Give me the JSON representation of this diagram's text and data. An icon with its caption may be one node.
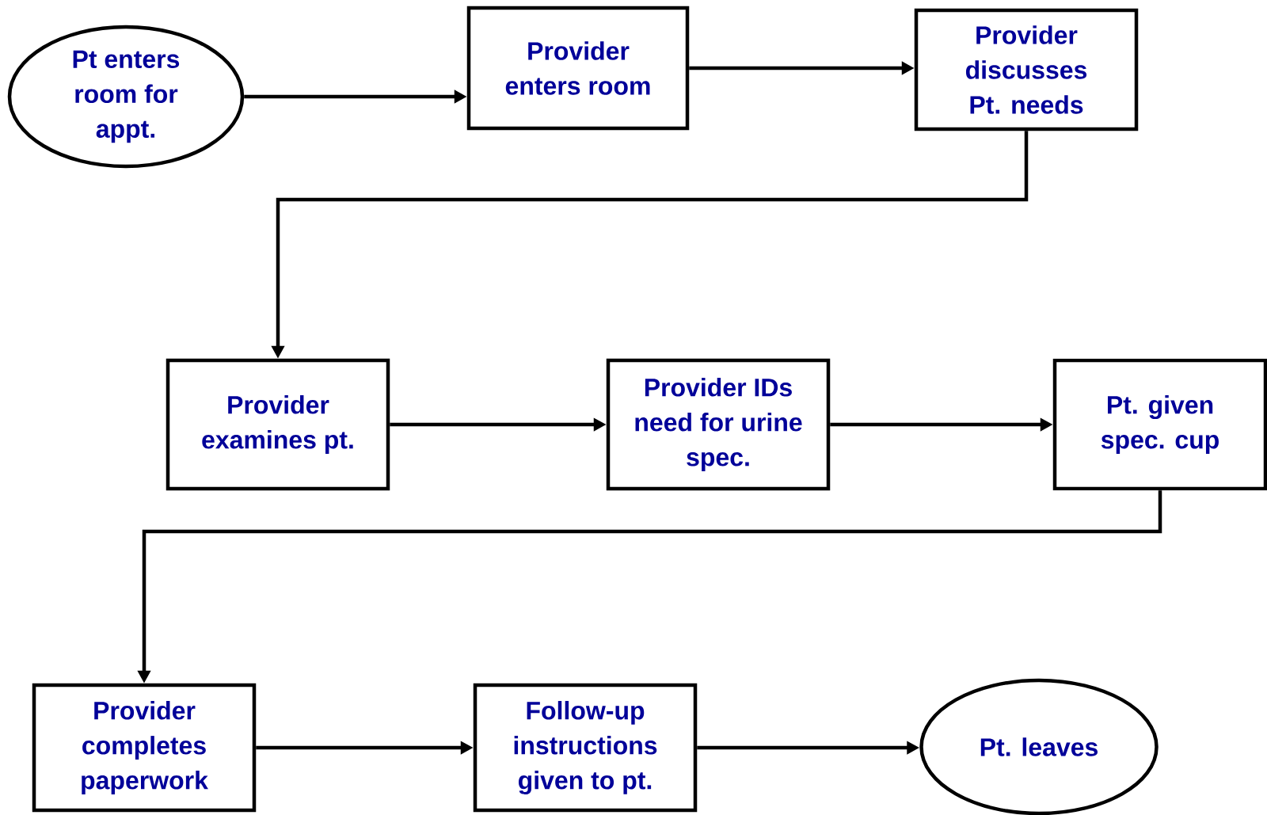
{
  "diagram": {
    "nodes": [
      {
        "text": [
          "Pt enters room for appt."
        ]
      },
      {
        "text": [
          "Provider enters room"
        ]
      },
      {
        "text": [
          "Provider discusses Pt. needs"
        ]
      },
      {
        "text": [
          "Provider examines pt."
        ]
      },
      {
        "text": [
          "Provider IDs need for urine spec."
        ]
      },
      {
        "text": [
          "Pt. given spec. cup"
        ]
      },
      {
        "text": [
          "Provider completes paperwork"
        ]
      },
      {
        "text": [
          "Follow-up instructions given to pt."
        ]
      },
      {
        "text": [
          "Pt. leaves"
        ]
      }
    ],
    "edges": [
      {
        "from": 0,
        "to": 1,
        "arrow": "to"
      },
      {
        "from": 1,
        "to": 2,
        "arrow": "to"
      },
      {
        "from": 2,
        "to": 3,
        "arrow": "to"
      },
      {
        "from": 3,
        "to": 4,
        "arrow": "to"
      },
      {
        "from": 4,
        "to": 5,
        "arrow": "to"
      },
      {
        "from": 5,
        "to": 6,
        "arrow": "to"
      },
      {
        "from": 6,
        "to": 7,
        "arrow": "to"
      },
      {
        "from": 7,
        "to": 8,
        "arrow": "to"
      }
    ]
  }
}
